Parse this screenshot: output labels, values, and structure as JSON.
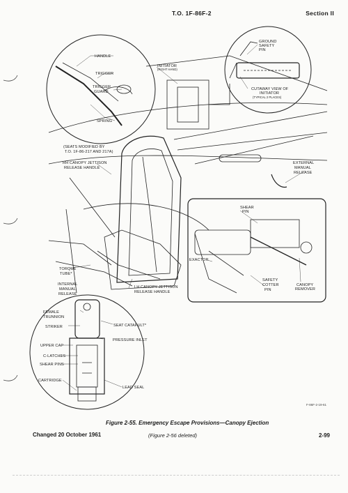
{
  "header": {
    "to_number": "T.O. 1F-86F-2",
    "section": "Section II"
  },
  "figure": {
    "callouts": {
      "handle": "HANDLE",
      "trigger": "TRIGGER",
      "trigger_guard_1": "TRIGGER",
      "trigger_guard_2": "GUARD",
      "spring": "SPRING",
      "seats_modified_1": "(SEATS MODIFIED BY",
      "seats_modified_2": "T.O. 1F-86-217 AND 217A)",
      "rh_jettison_1": "RH CANOPY JETTISON",
      "rh_jettison_2": "RELEASE HANDLE",
      "initiator": "INITIATOR",
      "initiator_sub": "(RIGHT HAND)",
      "ground_safety_1": "GROUND",
      "ground_safety_2": "SAFETY",
      "ground_safety_3": "PIN",
      "cutaway_1": "CUTAWAY VIEW OF",
      "cutaway_2": "INITIATOR",
      "cutaway_3": "(TYPICAL 2 PLACES)",
      "external_1": "EXTERNAL",
      "external_2": "MANUAL",
      "external_3": "RELEASE",
      "shear_pin_1": "SHEAR",
      "shear_pin_2": "PIN",
      "exactor": "EXACTOR",
      "safety_cotter_1": "SAFETY",
      "safety_cotter_2": "COTTER",
      "safety_cotter_3": "PIN",
      "canopy_remover_1": "CANOPY",
      "canopy_remover_2": "REMOVER",
      "torque_tube_1": "TORQUE",
      "torque_tube_2": "TUBE*",
      "internal_1": "INTERNAL",
      "internal_2": "MANUAL",
      "internal_3": "RELEASE",
      "lh_jettison_1": "LH CANOPY JETTISON",
      "lh_jettison_2": "RELEASE HANDLE",
      "female_trunnion_1": "FEMALE",
      "female_trunnion_2": "TRUNNION",
      "striker": "STRIKER",
      "seat_catapult": "SEAT CATAPULT*",
      "pressure_inlet": "PRESSURE INLET",
      "upper_cap": "UPPER CAP",
      "c_latches": "C-LATCHES",
      "shear_pins": "SHEAR PINS",
      "cartridge": "CARTRIDGE",
      "lead_seal": "LEAD SEAL"
    },
    "drawing_code": "F-86F-2-19-61",
    "caption": "Figure 2-55.  Emergency Escape Provisions—Canopy Ejection"
  },
  "footer": {
    "changed": "Changed 20 October 1961",
    "deleted_note": "(Figure 2-56 deleted)",
    "page_number": "2-99"
  }
}
